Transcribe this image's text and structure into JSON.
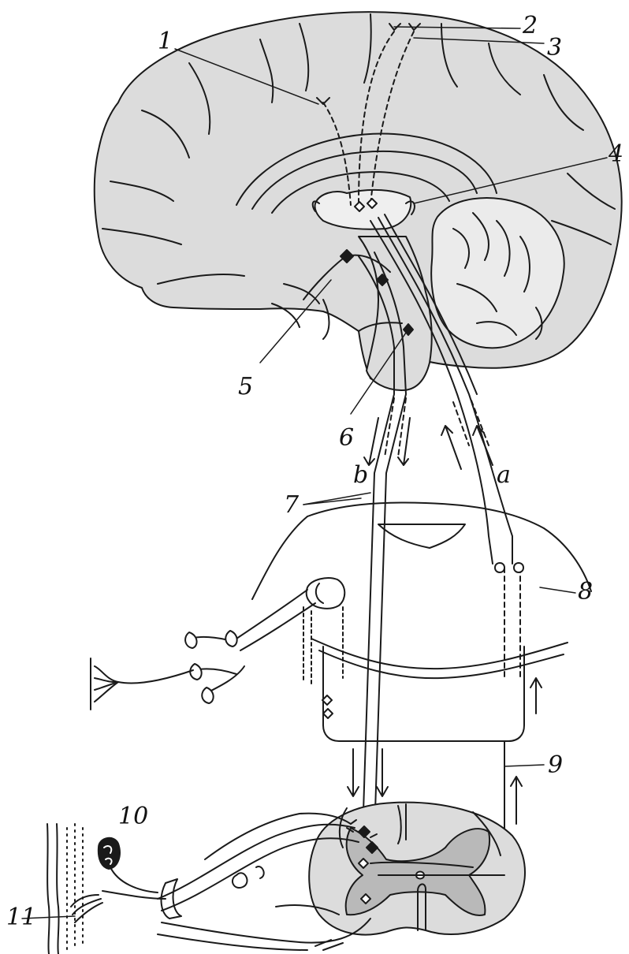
{
  "labels": {
    "l1": "1",
    "l2": "2",
    "l3": "3",
    "l4": "4",
    "l5": "5",
    "l6": "6",
    "l7": "7",
    "l8": "8",
    "l9": "9",
    "l10": "10",
    "l11": "11",
    "la": "a",
    "lb": "b"
  },
  "colors": {
    "line": "#1a1a1a",
    "tissue": "#dcdcdc",
    "grey_matter": "#b9b9b9",
    "nucleus_fill": "#1a1a1a"
  }
}
